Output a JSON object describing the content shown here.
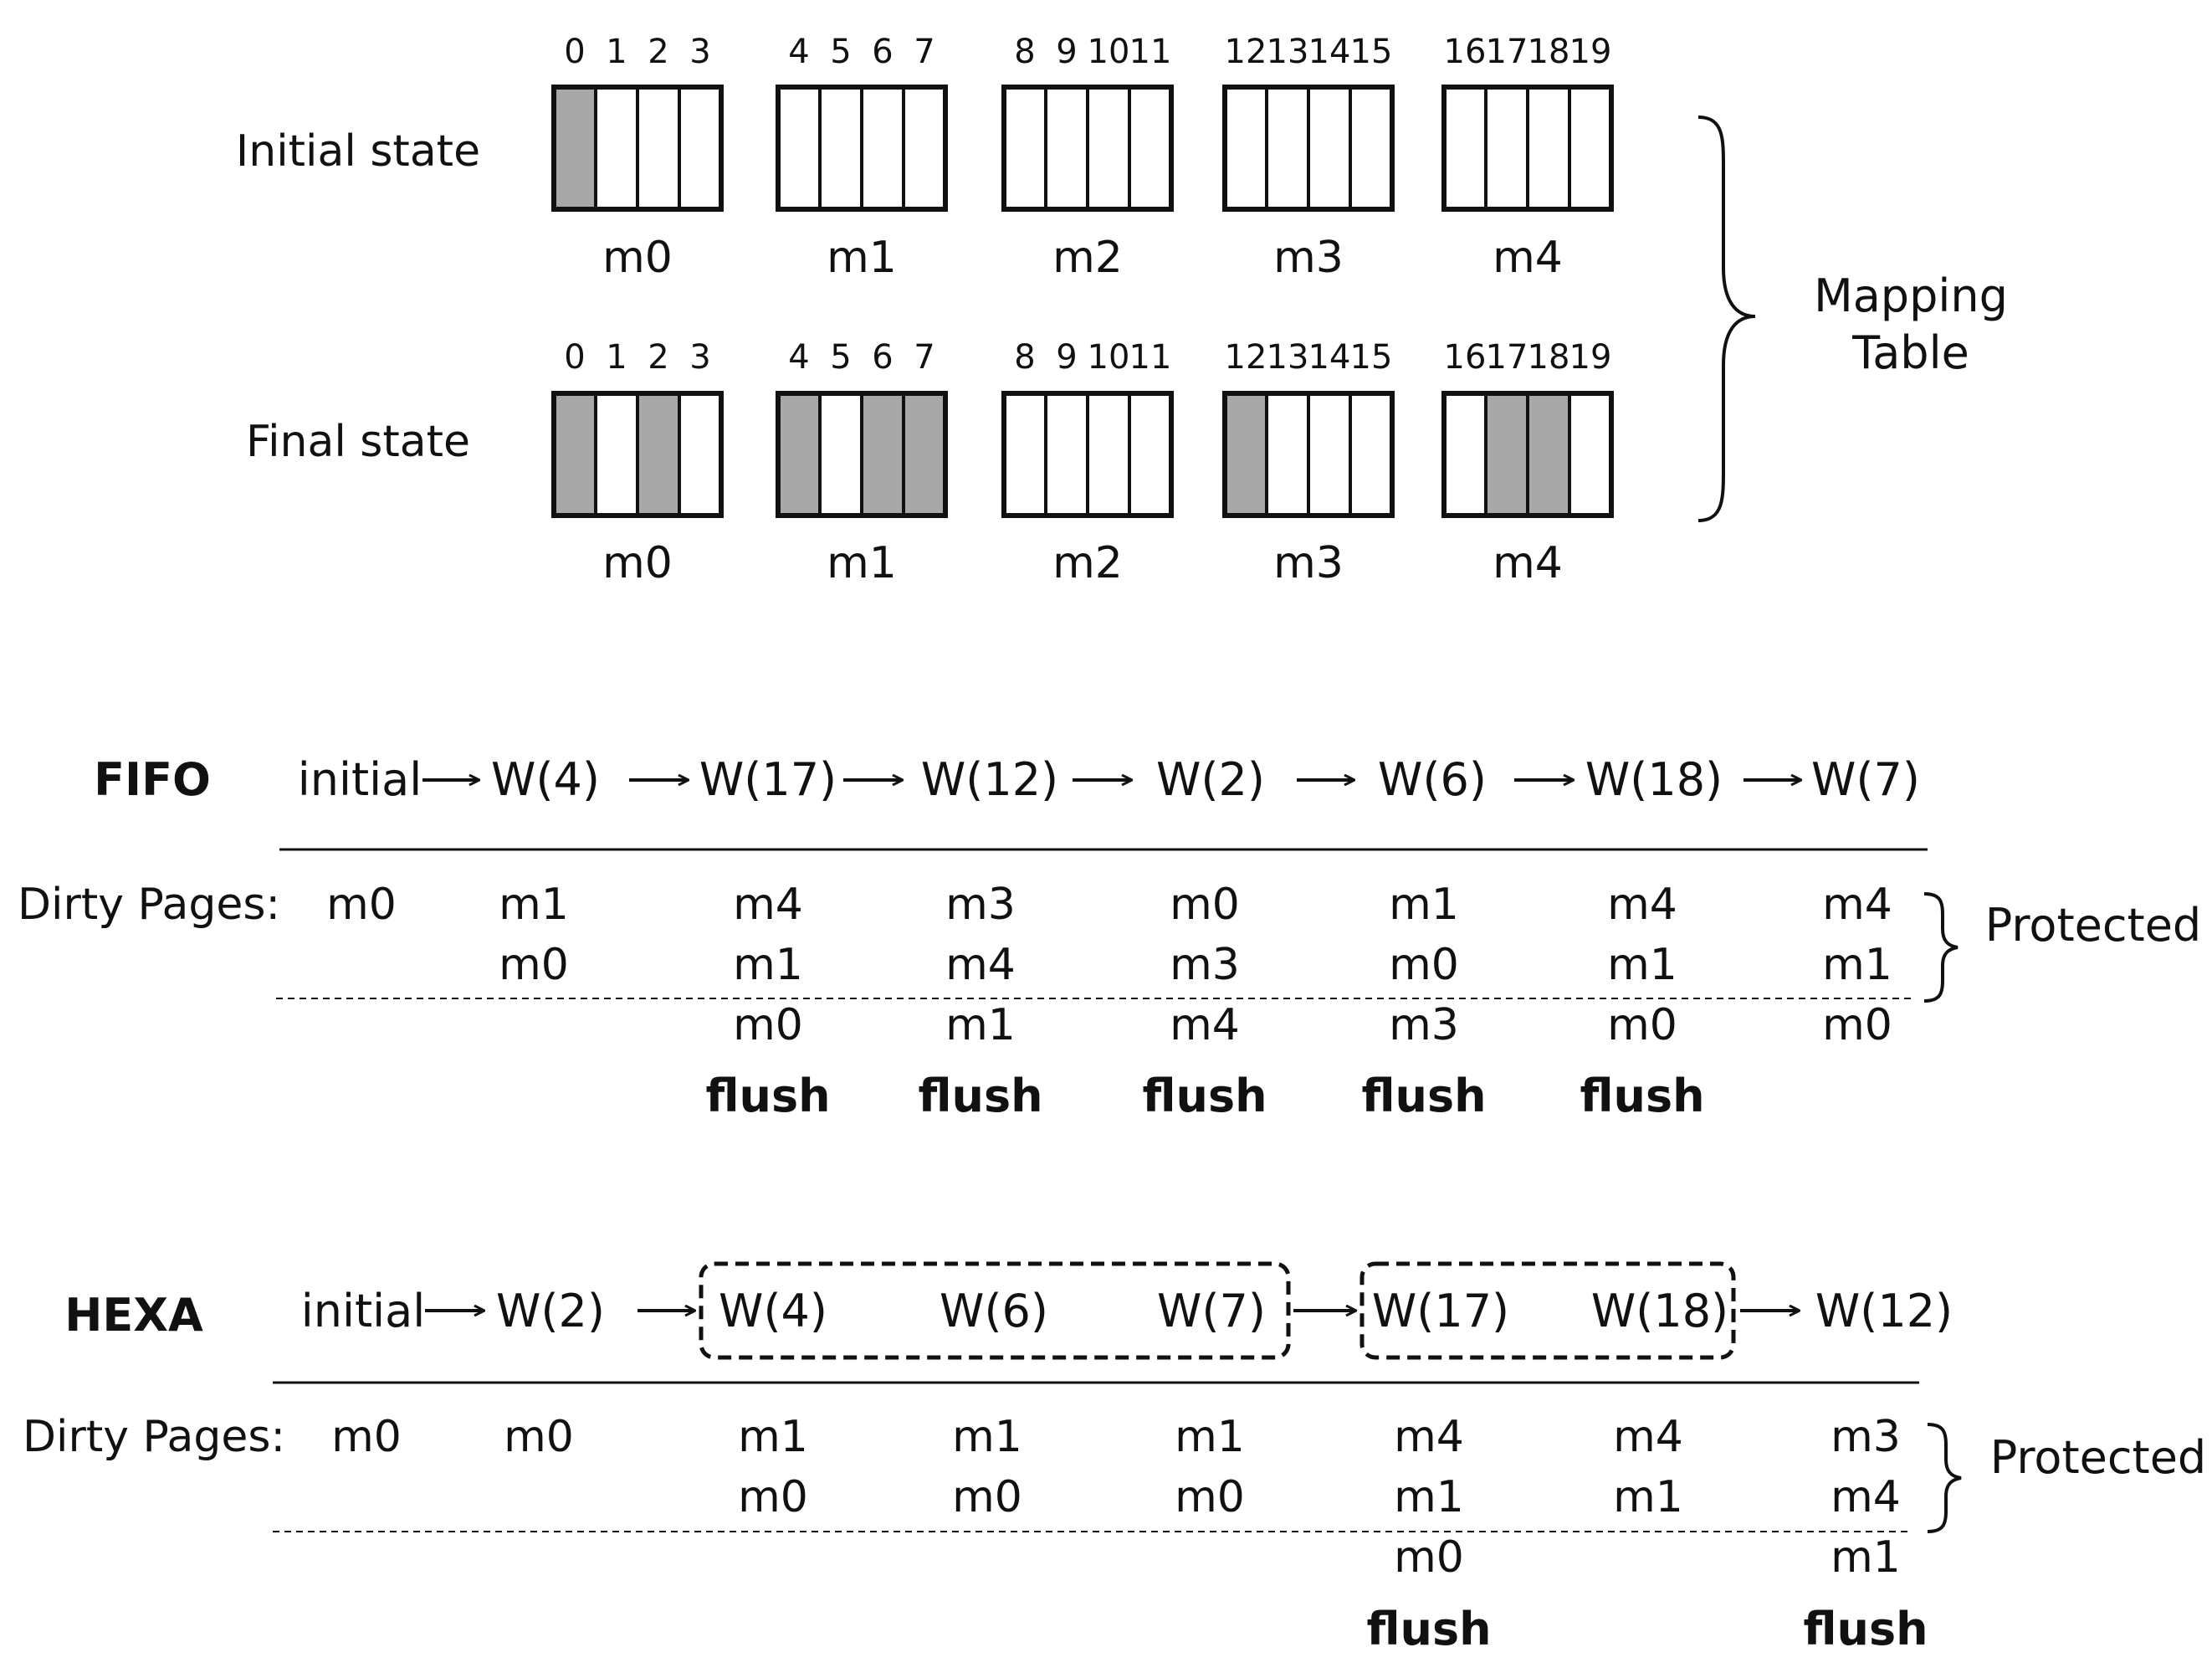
{
  "mapping": {
    "index_labels": [
      "0",
      "1",
      "2",
      "3",
      "4",
      "5",
      "6",
      "7",
      "8",
      "9",
      "10",
      "11",
      "12",
      "13",
      "14",
      "15",
      "16",
      "17",
      "18",
      "19"
    ],
    "block_labels": [
      "m0",
      "m1",
      "m2",
      "m3",
      "m4"
    ],
    "rows": [
      {
        "label": "Initial state",
        "shaded": [
          0
        ]
      },
      {
        "label": "Final state",
        "shaded": [
          0,
          2,
          4,
          6,
          7,
          12,
          17,
          18
        ]
      }
    ],
    "brace_label_line1": "Mapping",
    "brace_label_line2": "Table"
  },
  "fifo": {
    "title": "FIFO",
    "initial_label": "initial",
    "writes": [
      "W(4)",
      "W(17)",
      "W(12)",
      "W(2)",
      "W(6)",
      "W(18)",
      "W(7)"
    ],
    "dirty_label": "Dirty Pages:",
    "columns": [
      {
        "protected": [
          "m0"
        ],
        "rest": [],
        "flush": ""
      },
      {
        "protected": [
          "m1",
          "m0"
        ],
        "rest": [],
        "flush": ""
      },
      {
        "protected": [
          "m4",
          "m1"
        ],
        "rest": [
          "m0"
        ],
        "flush": "flush"
      },
      {
        "protected": [
          "m3",
          "m4"
        ],
        "rest": [
          "m1"
        ],
        "flush": "flush"
      },
      {
        "protected": [
          "m0",
          "m3"
        ],
        "rest": [
          "m4"
        ],
        "flush": "flush"
      },
      {
        "protected": [
          "m1",
          "m0"
        ],
        "rest": [
          "m3"
        ],
        "flush": "flush"
      },
      {
        "protected": [
          "m4",
          "m1"
        ],
        "rest": [
          "m0"
        ],
        "flush": "flush"
      },
      {
        "protected": [
          "m4",
          "m1"
        ],
        "rest": [
          "m0"
        ],
        "flush": ""
      }
    ],
    "protected_label": "Protected"
  },
  "hexa": {
    "title": "HEXA",
    "initial_label": "initial",
    "writes": [
      "W(2)",
      "W(4)",
      "W(6)",
      "W(7)",
      "W(17)",
      "W(18)",
      "W(12)"
    ],
    "dirty_label": "Dirty Pages:",
    "columns": [
      {
        "protected": [
          "m0"
        ],
        "rest": [],
        "flush": ""
      },
      {
        "protected": [
          "m0"
        ],
        "rest": [],
        "flush": ""
      },
      {
        "protected": [
          "m1",
          "m0"
        ],
        "rest": [],
        "flush": ""
      },
      {
        "protected": [
          "m1",
          "m0"
        ],
        "rest": [],
        "flush": ""
      },
      {
        "protected": [
          "m1",
          "m0"
        ],
        "rest": [],
        "flush": ""
      },
      {
        "protected": [
          "m4",
          "m1"
        ],
        "rest": [
          "m0"
        ],
        "flush": "flush"
      },
      {
        "protected": [
          "m4",
          "m1"
        ],
        "rest": [],
        "flush": ""
      },
      {
        "protected": [
          "m3",
          "m4"
        ],
        "rest": [
          "m1"
        ],
        "flush": "flush"
      }
    ],
    "protected_label": "Protected"
  }
}
